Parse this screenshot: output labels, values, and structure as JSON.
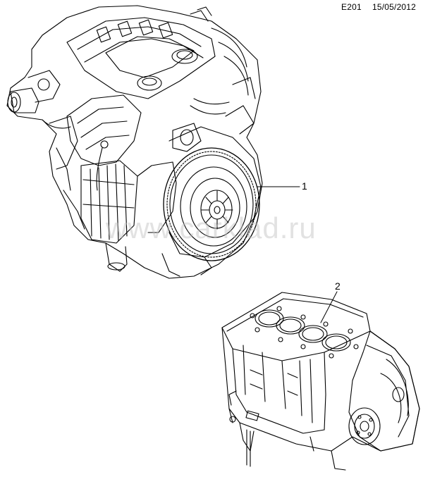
{
  "header": {
    "code": "E201",
    "date": "15/05/2012"
  },
  "callouts": [
    {
      "label": "1"
    },
    {
      "label": "2"
    }
  ],
  "watermark": "www.carklad.ru"
}
